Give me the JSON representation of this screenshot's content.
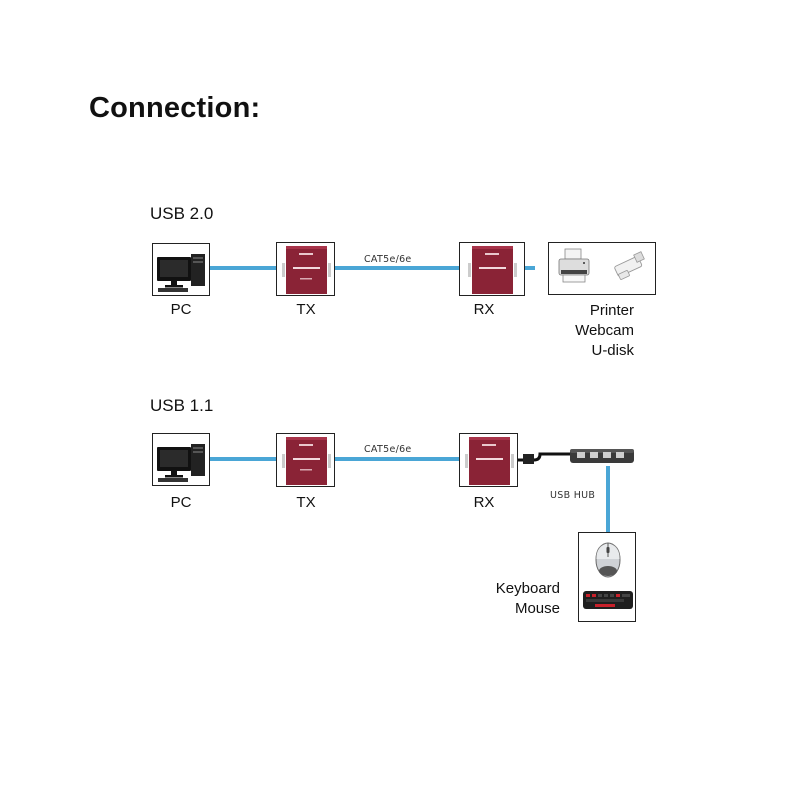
{
  "title": "Connection:",
  "usb20": {
    "heading": "USB 2.0",
    "pc_label": "PC",
    "tx_label": "TX",
    "rx_label": "RX",
    "cable_label": "CAT5e/6e",
    "devices": [
      "Printer",
      "Webcam",
      "U-disk"
    ]
  },
  "usb11": {
    "heading": "USB 1.1",
    "pc_label": "PC",
    "tx_label": "TX",
    "rx_label": "RX",
    "cable_label": "CAT5e/6e",
    "hub_label": "USB HUB",
    "devices": [
      "Keyboard",
      "Mouse"
    ]
  },
  "colors": {
    "cable": "#4aa6d6",
    "extender_body": "#8a2336",
    "border": "#222222"
  }
}
